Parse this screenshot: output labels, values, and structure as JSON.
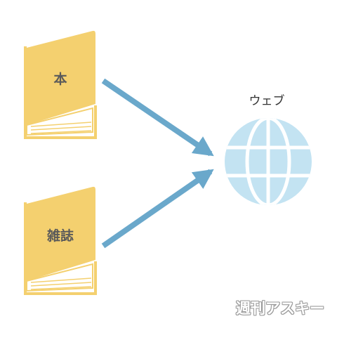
{
  "colors": {
    "book_fill": "#F4D06F",
    "book_pages": "#FFFFFF",
    "book_lines": "#F4D06F",
    "arrow": "#6AA8CB",
    "globe_fill": "#C3E3F2",
    "globe_lines": "#FFFFFF"
  },
  "diagram": {
    "book_top_label": "本",
    "book_bottom_label": "雑誌",
    "globe_label": "ウェブ"
  },
  "watermark": {
    "text": "週刊アスキー"
  }
}
